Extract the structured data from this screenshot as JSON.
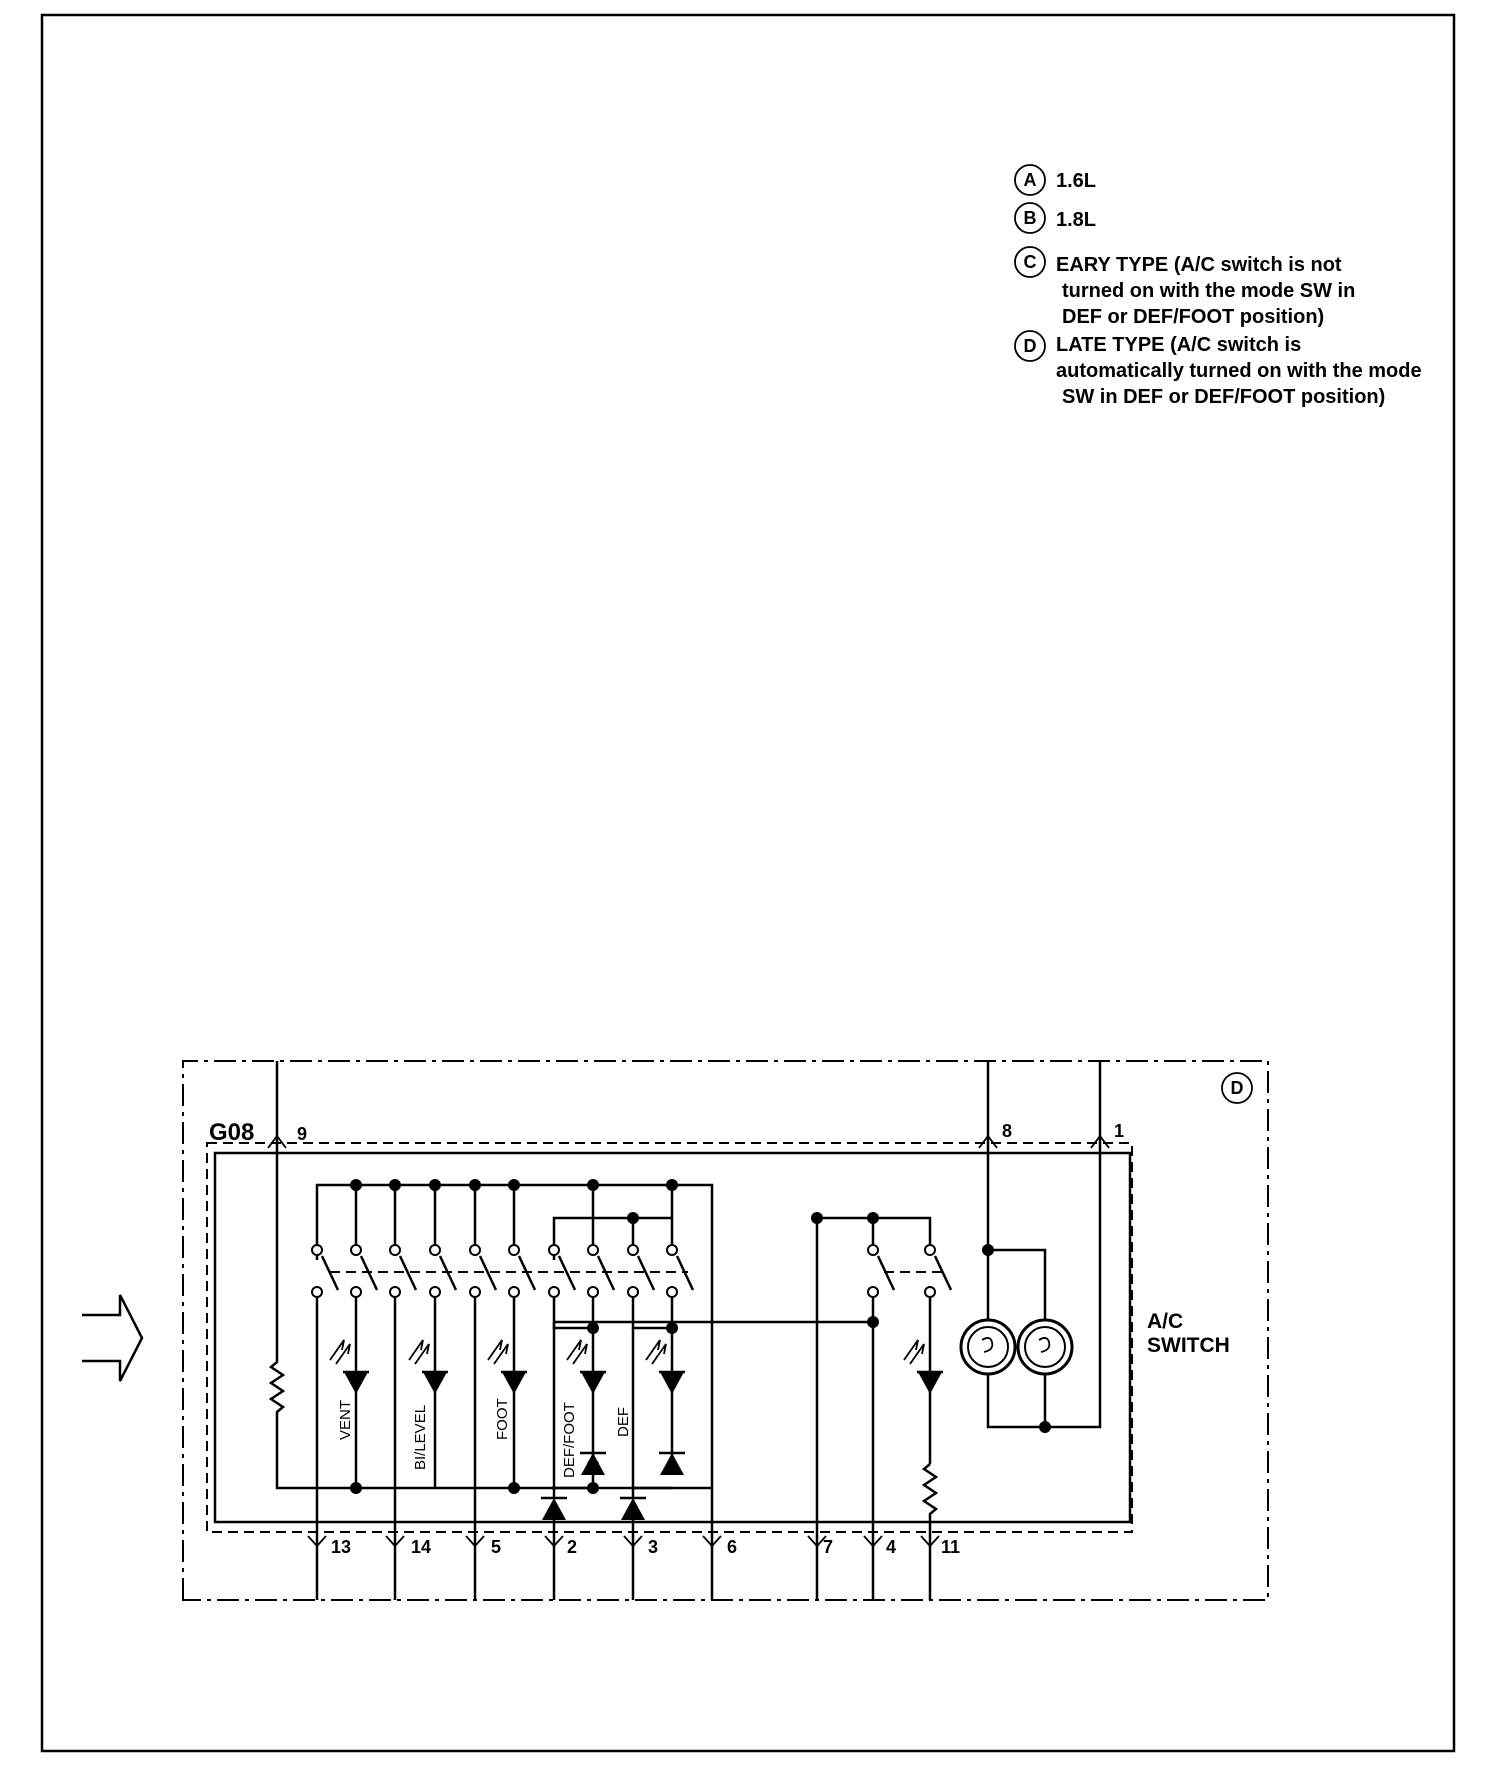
{
  "legend": [
    {
      "letter": "A",
      "lines": [
        "1.6L"
      ]
    },
    {
      "letter": "B",
      "lines": [
        "1.8L"
      ]
    },
    {
      "letter": "C",
      "lines": [
        "EARY TYPE (A/C switch is not",
        "turned on with the mode SW in",
        "DEF or DEF/FOOT position)"
      ]
    },
    {
      "letter": "D",
      "lines": [
        "LATE TYPE (A/C switch is",
        "automatically turned on with the mode",
        "SW in DEF or DEF/FOOT position)"
      ]
    }
  ],
  "variant_badge": "D",
  "connector": "G08",
  "component_title": [
    "A/C",
    "SWITCH"
  ],
  "top_pins": [
    "9",
    "8",
    "1"
  ],
  "bottom_pins": [
    "13",
    "14",
    "5",
    "2",
    "3",
    "6",
    "7",
    "4",
    "11"
  ],
  "indicators": [
    "VENT",
    "BI/LEVEL",
    "FOOT",
    "DEF/FOOT",
    "DEF"
  ]
}
